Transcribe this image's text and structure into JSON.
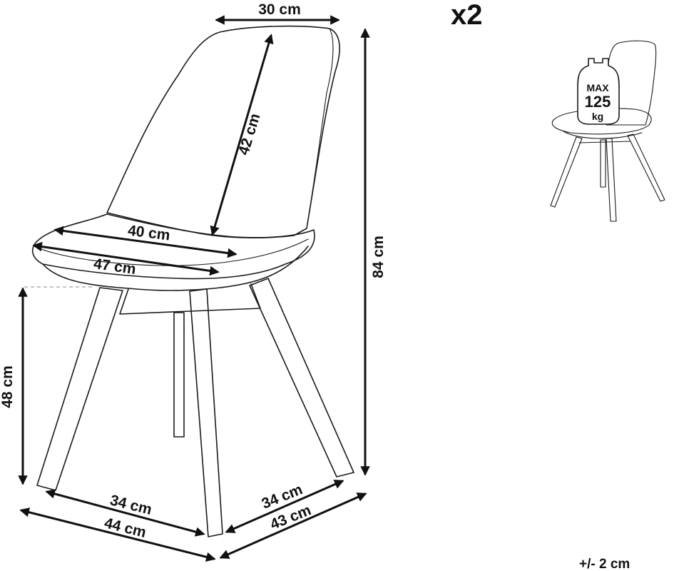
{
  "quantity": "x2",
  "tolerance": "+/- 2 cm",
  "weight_badge": {
    "line1": "MAX",
    "line2": "125",
    "line3": "kg"
  },
  "dimensions": {
    "backrest_top_width": "30 cm",
    "backrest_height": "42 cm",
    "seat_depth": "40 cm",
    "seat_width": "47 cm",
    "total_height": "84 cm",
    "seat_height": "48 cm",
    "front_legs_inner": "34 cm",
    "front_legs_outer": "44 cm",
    "side_legs_inner": "34 cm",
    "side_legs_outer": "43 cm"
  }
}
